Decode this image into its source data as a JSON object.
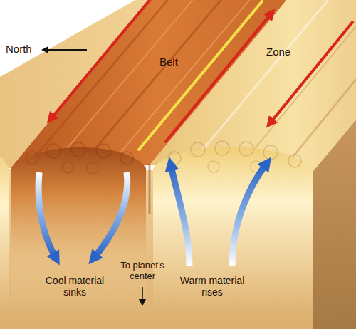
{
  "diagram": {
    "nodes": [
      {
        "text": [
          "Belt"
        ]
      },
      {
        "text": [
          "Zone"
        ]
      }
    ],
    "labels": [
      "North",
      "Cool material sinks",
      "To planet's center",
      "Warm material rises"
    ]
  }
}
